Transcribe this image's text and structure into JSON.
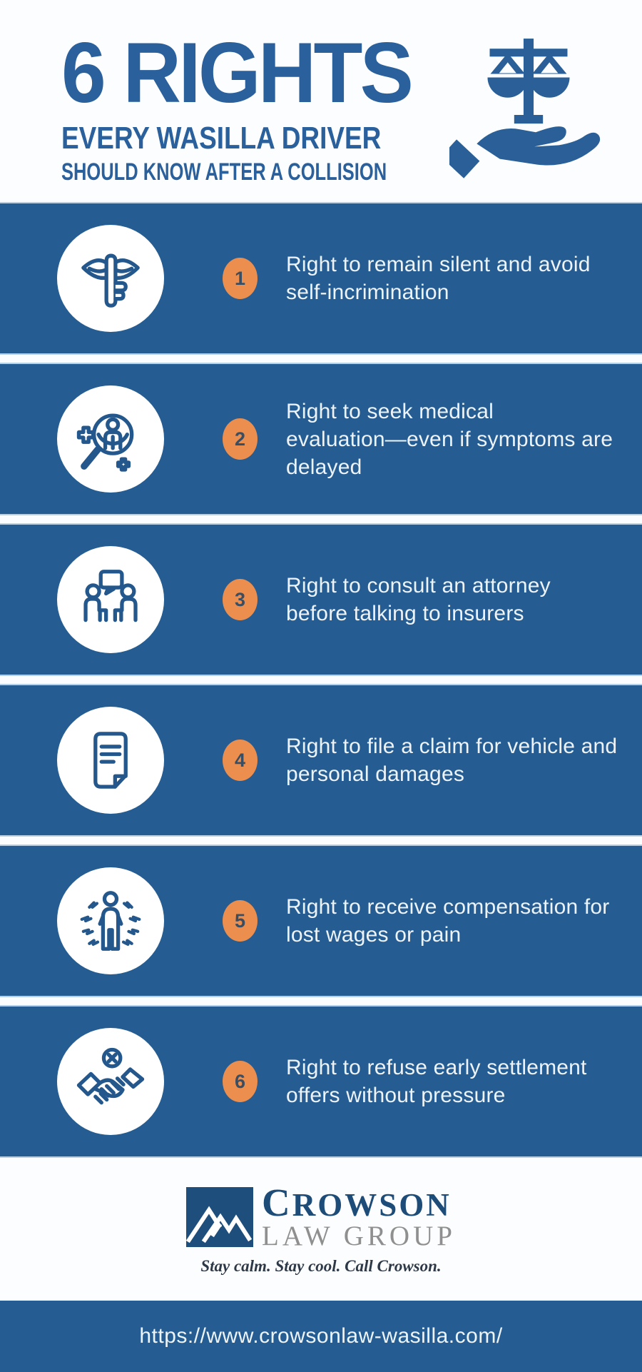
{
  "colors": {
    "band_blue": "#255d92",
    "title_blue": "#2a609c",
    "badge_orange": "#ec8e4d",
    "badge_number": "#3a4e63",
    "icon_stroke": "#24578b",
    "logo_navy": "#1d4c79",
    "logo_gray": "#8f8f8f",
    "row_text": "#edf3f8"
  },
  "header": {
    "title": "6 RIGHTS",
    "subtitle1": "EVERY WASILLA DRIVER",
    "subtitle2": "SHOULD KNOW AFTER A COLLISION",
    "icon": "scales-in-hand"
  },
  "rights": [
    {
      "number": "1",
      "icon": "shush",
      "text": "Right to remain silent and avoid\nself-incrimination"
    },
    {
      "number": "2",
      "icon": "medical-search",
      "text": "Right to seek medical\nevaluation—even if symptoms are\ndelayed"
    },
    {
      "number": "3",
      "icon": "attorney-consult",
      "text": "Right to consult an attorney\nbefore talking to insurers"
    },
    {
      "number": "4",
      "icon": "claim-document",
      "text": "Right to file a claim for vehicle and\npersonal damages"
    },
    {
      "number": "5",
      "icon": "pain-person",
      "text": "Right to receive compensation for\nlost wages or pain"
    },
    {
      "number": "6",
      "icon": "refuse-handshake",
      "text": "Right to refuse early settlement\noffers without pressure"
    }
  ],
  "footer": {
    "logo_name": "CROWSON",
    "logo_subtitle": "LAW GROUP",
    "tagline": "Stay calm. Stay cool. Call Crowson.",
    "url": "https://www.crowsonlaw-wasilla.com/"
  }
}
